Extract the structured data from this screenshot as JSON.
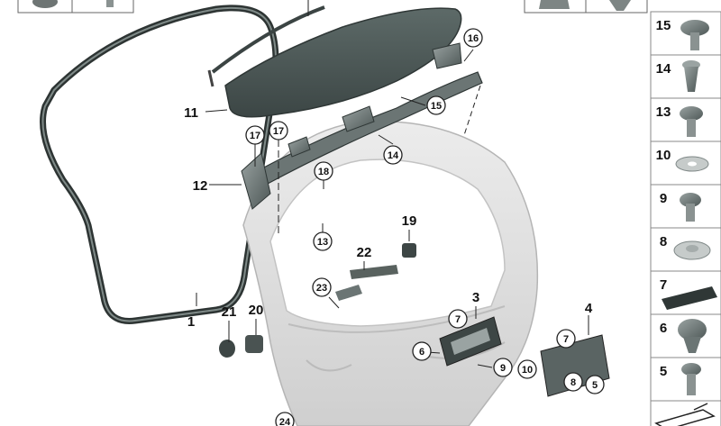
{
  "callouts": {
    "p1": "1",
    "p3": "3",
    "p4": "4",
    "p11": "11",
    "p12": "12",
    "p19": "19",
    "p20": "20",
    "p21": "21",
    "p22": "22"
  },
  "circled": {
    "c16": "16",
    "c15": "15",
    "c17a": "17",
    "c17b": "17",
    "c14": "14",
    "c18": "18",
    "c13": "13",
    "c23": "23",
    "c7a": "7",
    "c6": "6",
    "c9": "9",
    "c10": "10",
    "c7b": "7",
    "c8": "8",
    "c5": "5",
    "c24": "24"
  },
  "sidebar": {
    "s15": "15",
    "s14": "14",
    "s13": "13",
    "s10": "10",
    "s9": "9",
    "s8": "8",
    "s7": "7",
    "s6": "6",
    "s5": "5"
  }
}
